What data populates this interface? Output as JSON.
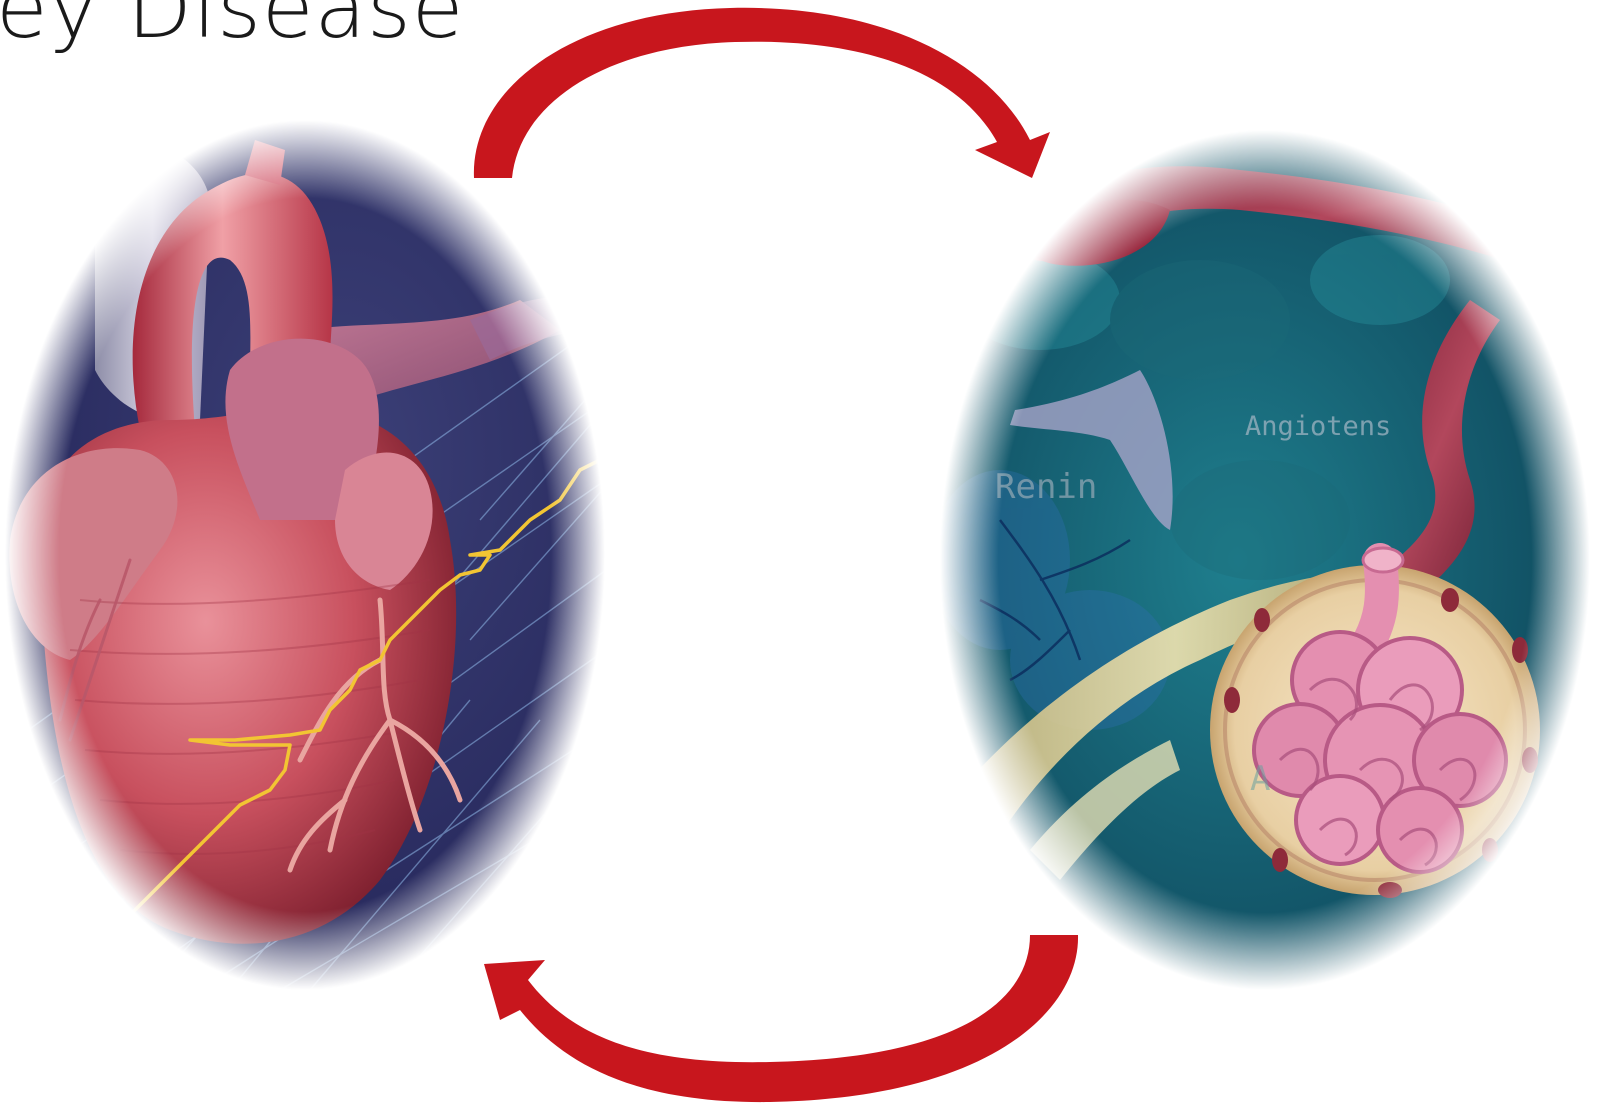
{
  "slide": {
    "title": "ey Disease"
  },
  "kidney_panel": {
    "labels": [
      "Renin",
      "Angiotens",
      "A"
    ]
  },
  "colors": {
    "arrow": "#c8161d",
    "heart": "#c8505e",
    "heart_background": "#2c2f66",
    "kidney_background": "#0f4d62",
    "glomerulus": "#e48fb0",
    "ecg_trace": "#f2c533"
  },
  "icons": {
    "heart": "heart-illustration",
    "kidney": "kidney-glomerulus-illustration",
    "arrows": [
      "curved-arrow-right-icon",
      "curved-arrow-left-icon"
    ]
  }
}
